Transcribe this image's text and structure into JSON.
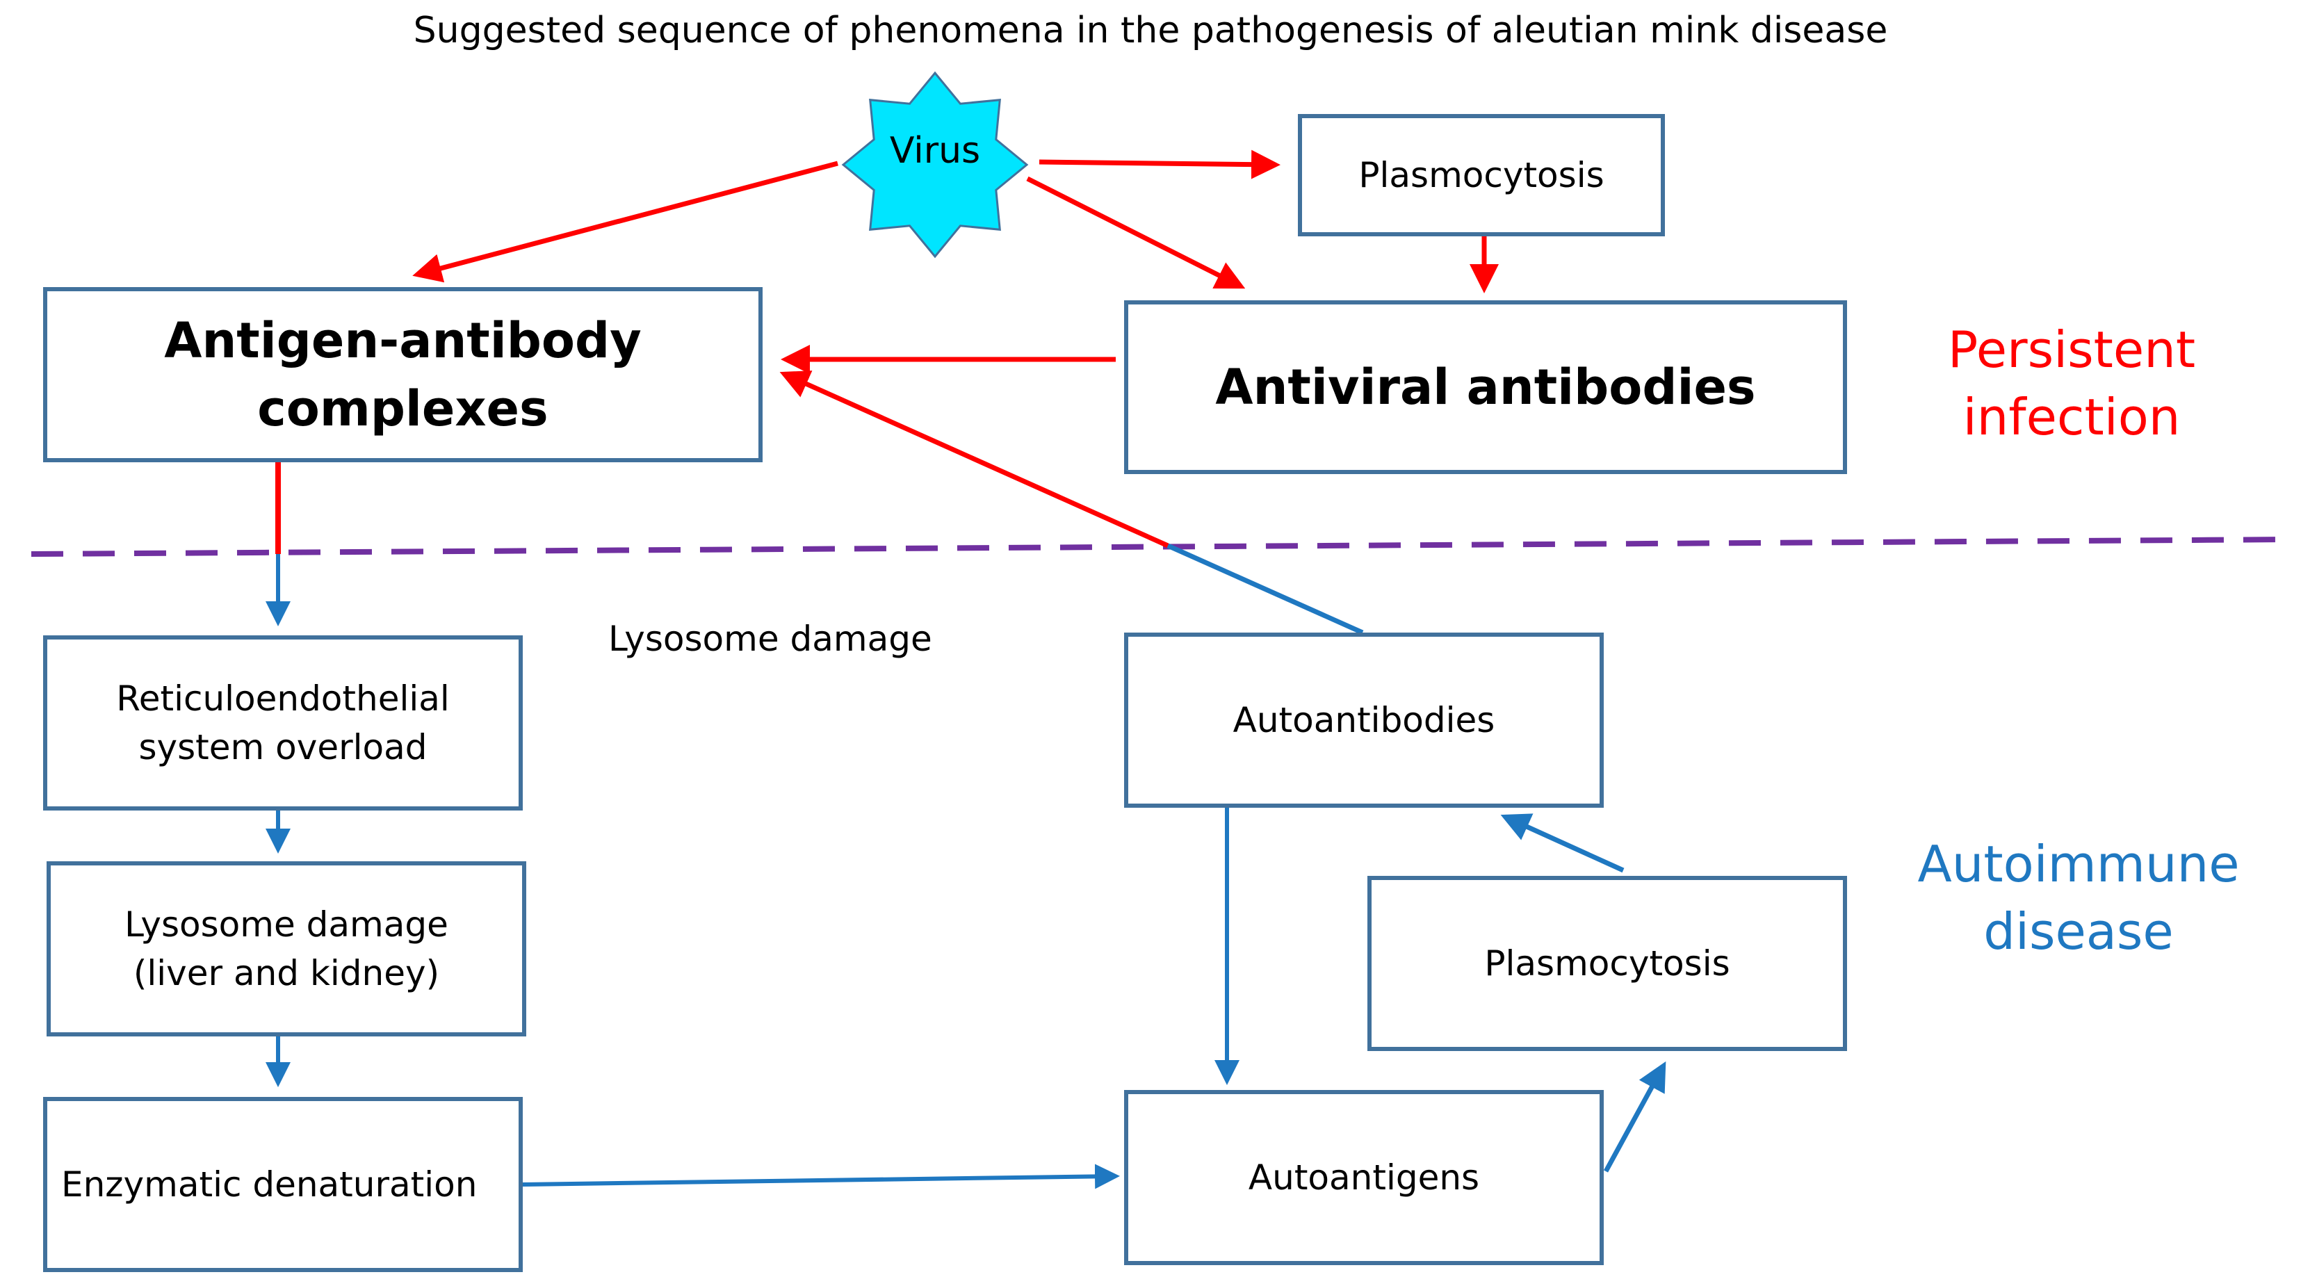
{
  "title": "Suggested sequence of phenomena in the pathogenesis of aleutian mink disease",
  "virus": {
    "label": "Virus",
    "icon": "star-burst-icon",
    "color": "#00e5ff"
  },
  "nodes": {
    "plasmocytosis_top": "Plasmocytosis",
    "antigen_antibody": "Antigen-antibody complexes",
    "antiviral": "Antiviral antibodies",
    "reticulo": "Reticuloendothelial\nsystem overload",
    "lysosome_box": "Lysosome damage\n(liver and kidney)",
    "enzymatic": "Enzymatic denaturation",
    "autoantibodies": "Autoantibodies",
    "plasmocytosis_bottom": "Plasmocytosis",
    "autoantigens": "Autoantigens"
  },
  "floating_label": "Lysosome damage",
  "zones": {
    "persistent": {
      "label": "Persistent\ninfection",
      "color": "#ff0000"
    },
    "autoimmune": {
      "label": "Autoimmune\ndisease",
      "color": "#1f78c1"
    }
  },
  "colors": {
    "red_arrow": "#ff0000",
    "blue_arrow": "#1f78c1",
    "divider": "#7030a0",
    "box_border": "#41719c"
  }
}
